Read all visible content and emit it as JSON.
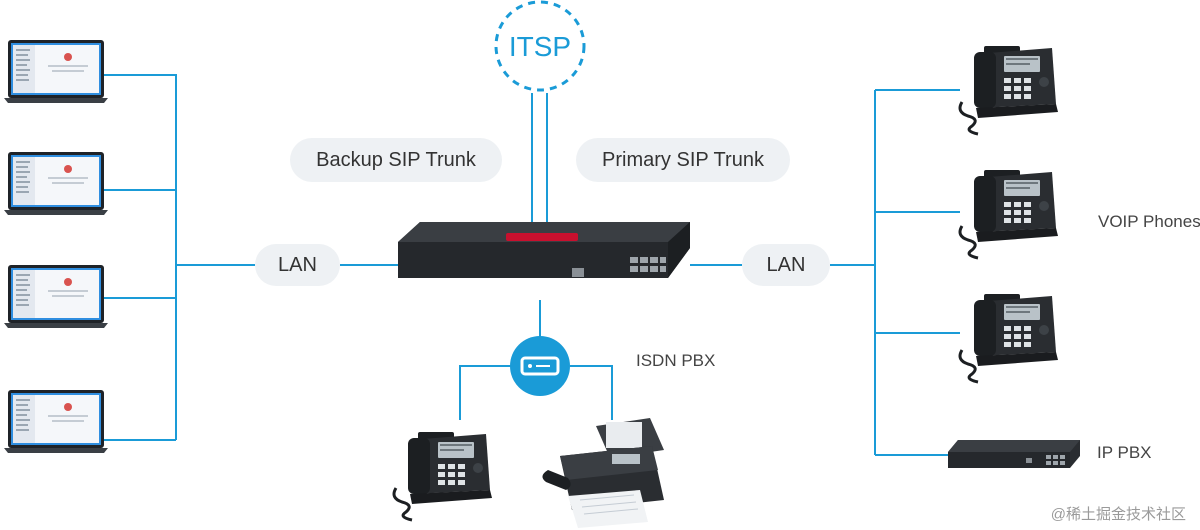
{
  "itsp": {
    "label": "ITSP"
  },
  "trunks": {
    "backup": "Backup SIP Trunk",
    "primary": "Primary SIP Trunk"
  },
  "lan_left": "LAN",
  "lan_right": "LAN",
  "isdn_pbx": "ISDN PBX",
  "voip_phones": "VOIP Phones",
  "ip_pbx": "IP PBX",
  "watermark": "@稀土掘金技术社区",
  "colors": {
    "link": "#1a9bd7",
    "itsp_ring": "#1a9bd7",
    "pill_bg": "#eef1f4",
    "device_body": "#2a2d31",
    "gateway_brand": "#c8102e"
  },
  "icons": {
    "laptop": "laptop-icon",
    "desk_phone": "desk-phone-icon",
    "fax": "fax-machine-icon",
    "gateway": "voip-gateway-icon",
    "isdn": "isdn-pbx-icon",
    "ip_pbx": "ip-pbx-icon"
  }
}
